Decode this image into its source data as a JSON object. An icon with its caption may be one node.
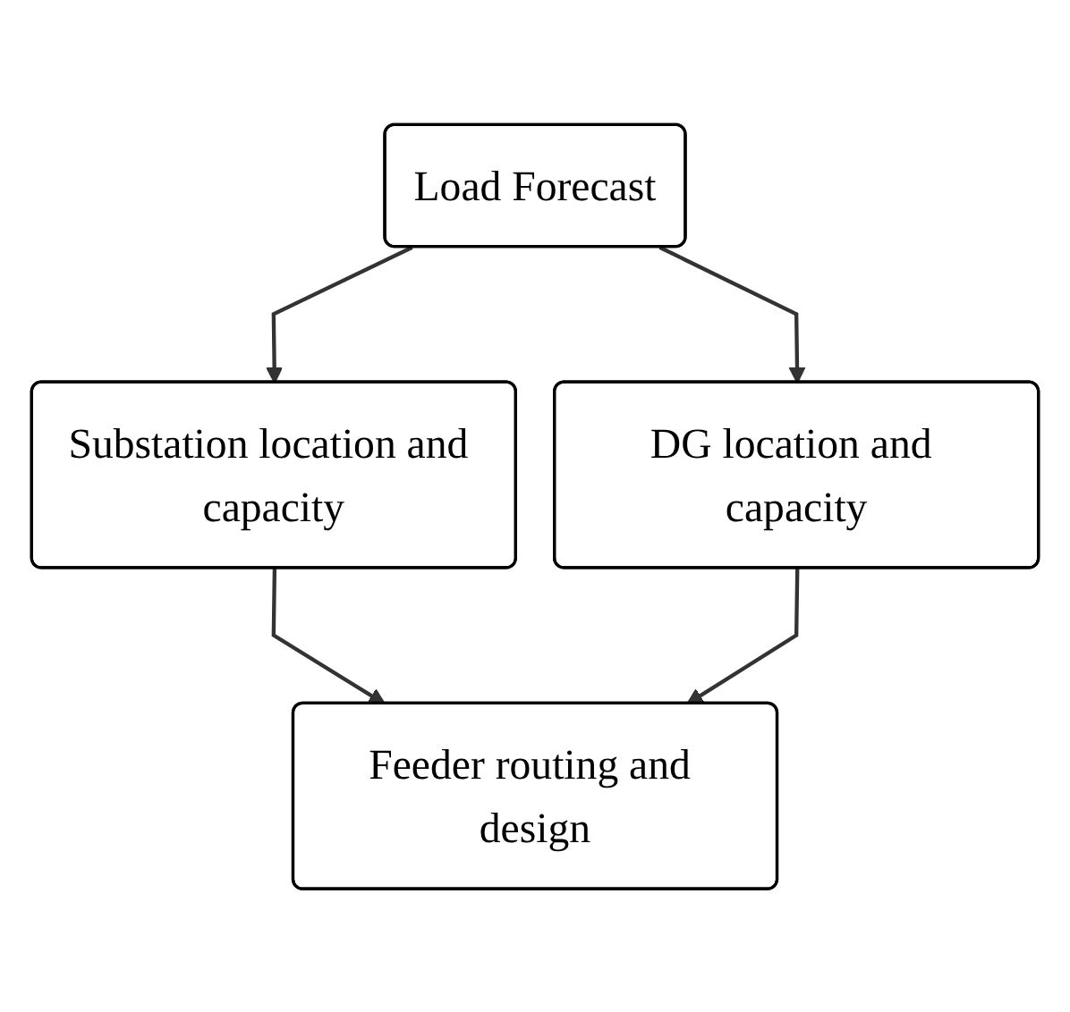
{
  "diagram": {
    "nodes": [
      {
        "text": [
          "Load Forecast"
        ]
      },
      {
        "text": [
          "Substation location and capacity"
        ]
      },
      {
        "text": [
          "DG location and capacity"
        ]
      },
      {
        "text": [
          "Feeder routing and design"
        ]
      }
    ],
    "edges": [
      {
        "from": 0,
        "to": 1,
        "arrow": "to"
      },
      {
        "from": 0,
        "to": 2,
        "arrow": "to"
      },
      {
        "from": 1,
        "to": 3,
        "arrow": "to"
      },
      {
        "from": 2,
        "to": 3,
        "arrow": "to"
      }
    ]
  }
}
